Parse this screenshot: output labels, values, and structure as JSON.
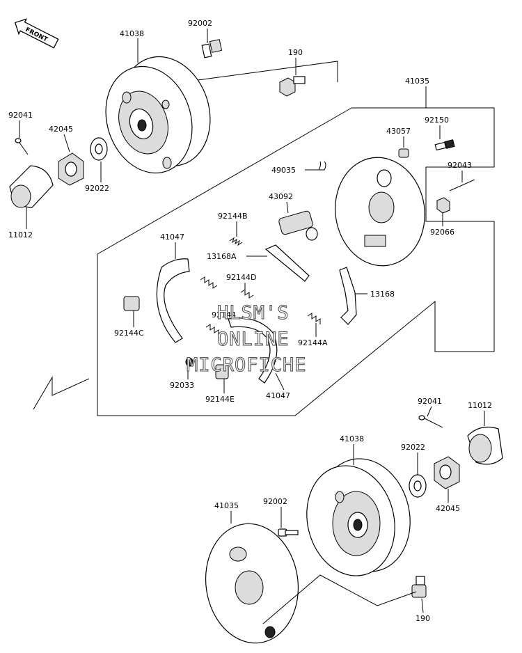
{
  "front_marker": "FRONT",
  "watermark": {
    "line1": "HLSM'S",
    "line2": "ONLINE",
    "line3": "MICROFICHE"
  },
  "labels": {
    "p41038_top": "41038",
    "p92002_top": "92002",
    "p190_top": "190",
    "p41035_top": "41035",
    "p92041_left": "92041",
    "p42045_left": "42045",
    "p92022_left": "92022",
    "p11012_left": "11012",
    "p43057": "43057",
    "p92150": "92150",
    "p49035": "49035",
    "p92043": "92043",
    "p43092": "43092",
    "p92066": "92066",
    "p92144B": "92144B",
    "p41047_left": "41047",
    "p13168A": "13168A",
    "p92144D": "92144D",
    "p13168": "13168",
    "p92144C": "92144C",
    "p92144": "92144",
    "p92144A": "92144A",
    "p92033": "92033",
    "p92144E": "92144E",
    "p41047_bottom": "41047",
    "p92041_right": "92041",
    "p11012_right": "11012",
    "p41038_bottom": "41038",
    "p92022_right": "92022",
    "p42045_right": "42045",
    "p41035_bottom": "41035",
    "p92002_bottom": "92002",
    "p190_bottom": "190"
  }
}
